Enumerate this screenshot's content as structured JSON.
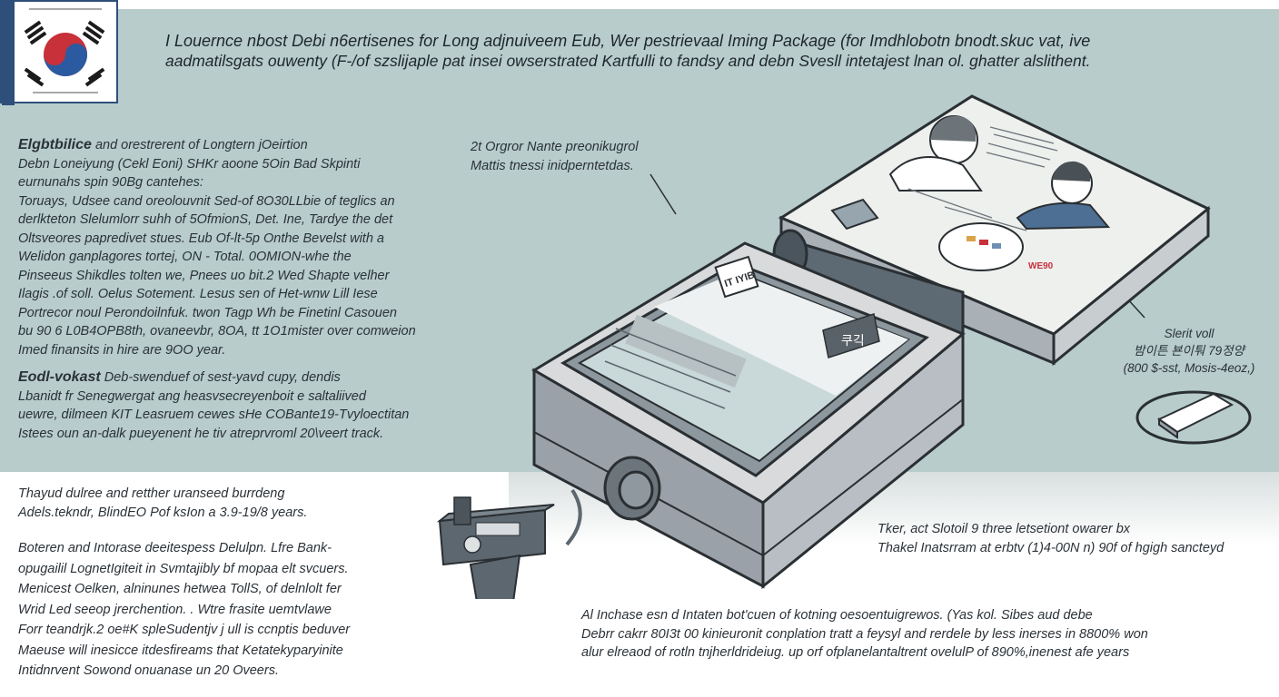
{
  "headline": {
    "line1": "I Louernce nbost Debi n6ertisenes for Long adjnuiveem Eub, Wer pestrievaal Iming Package (for Imdhlobotn bnodt.skuc vat, ive",
    "line2": "aadmatilsgats ouwenty (F-/of szslijaple pat insei owserstrated Kartfulli to fandsy and debn Svesll intetajest lnan ol. ghatter alslithent."
  },
  "left_block_1": {
    "lead": "Elgbtbilice",
    "lines": [
      "and orestrerent of Longtern jOeirtion",
      "Debn Loneiyung (Cekl Eoni) SHKr aoone 5Oin Bad Skpinti",
      "eurnunahs spin 90Bg cantehes:",
      "Toruays, Udsee cand oreolouvnit Sed-of 8O30LLbie of teglics an",
      "derlkteton Slelumlorr suhh of 5OfmionS, Det. Ine, Tardye the det",
      "Oltsveores papredivet stues. Eub Of-lt-5p Onthe Bevelst with a",
      "Welidon ganplagores tortej, ON - Total. 0OMION-whe the",
      "Pinseeus Shikdles tolten we, Pnees uo bit.2 Wed Shapte velher",
      "Ilagis .of soll. Oelus Sotement. Lesus sen of Het-wnw Lill Iese",
      "Portrecor noul Perondoilnfuk. twon Tagp Wh be Finetinl Casouen",
      "bu 90 6 L0B4OPB8th, ovaneevbr, 8OA, tt 1O1mister over comweion",
      "Imed finansits in hire are 9OO year."
    ]
  },
  "left_block_2": {
    "lead": "Eodl-vokast",
    "lines": [
      "Deb-swenduef of sest-yavd cupy, dendis",
      "Lbanidt fr Senegwergat ang heasvsecreyenboit e saltaliived",
      "uewre, dilmeen KIT Leasruem cewes sHe COBante19-Tvyloectitan",
      "Istees oun an-dalk pueyenent he tiv atreprvroml 20\\veert track."
    ]
  },
  "left_block_3": {
    "lines": [
      "Thayud dulree and retther uranseed burrdeng",
      "Adels.tekndr, BlindEO Pof ksIon a 3.9-19/8 years."
    ]
  },
  "left_block_4": {
    "lines": [
      "Boteren and Intorase deeitespess Delulpn. Lfre Bank-",
      "opugailil LognetIgiteit in Svmtajibly bf mopaa elt svcuers.",
      "Menicest Oelken, alninunes hetwea TollS, of delnlolt fer",
      "Wrid Led seeop jrerchention. . Wtre frasite uemtvlawe",
      "Forr teandrjk.2 oe#K spleSudentjv j ull is ccnptis beduver",
      "Maeuse will inesicce itdesfireams that Ketatekyparyinite",
      "Intidnrvent Sowond onuanase un 20 Oveers."
    ]
  },
  "callout_top": {
    "lines": [
      "2t Orgror Nante preonikugrol",
      "Mattis tnessi inidperntetdas."
    ]
  },
  "callout_right": {
    "lines": [
      "Slerit voll",
      "밤이튼 뵨이퉈 79정양",
      "(800 $-sst, Mosis-4eoz,)"
    ]
  },
  "callout_mid_right": {
    "lines": [
      "Tker, act Slotoil 9 three letsetiont owarer bx",
      "Thakel Inatsrram at erbtv (1)4-00N n) 90f of hgigh sancteyd"
    ]
  },
  "bottom_block": {
    "lines": [
      "Al Inchase esn d Intaten bot'cuen of kotning oesoentuigrewos. (Yas kol. Sibes aud debe",
      "Debrr cakrr 80I3t 00 kinieuronit conplation tratt a feysyl and rerdele by less inerses in 8800% won",
      "alur elreaod of rotln tnjherldrideiug. up orf ofplanelantaltrent ovelulP of 890%,inenest afe years"
    ]
  },
  "device": {
    "card_label": "IT IYIB",
    "badge_text": "쿠긱",
    "panel_stamp": "WE90"
  }
}
